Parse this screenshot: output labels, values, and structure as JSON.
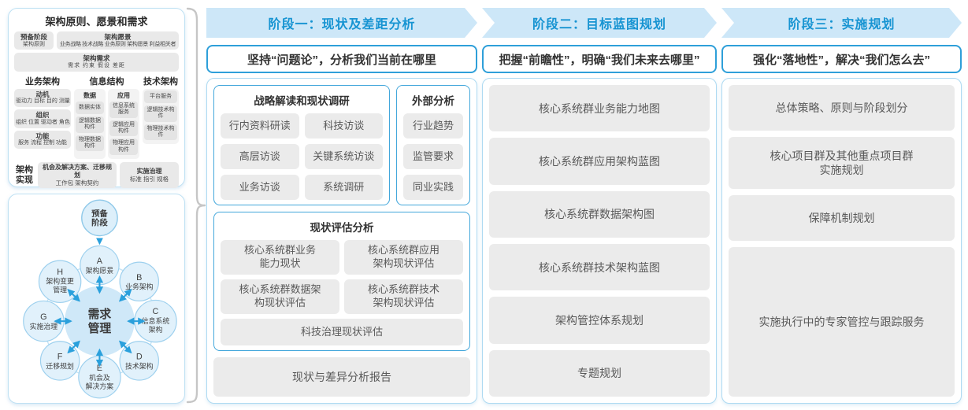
{
  "colors": {
    "accent_blue": "#1794d2",
    "banner_bg": "#cde7f8",
    "box_border_blue": "#43a7db",
    "panel_border_blue": "#aedaf2",
    "item_gray": "#ebebeb",
    "item_text": "#595959",
    "node_fill": "#e1f1fb",
    "node_stroke": "#9dd0ee",
    "center_fill": "#cfe8f8",
    "arrow_blue": "#2aa0dc"
  },
  "left_panel": {
    "title": "架构原则、愿景和需求",
    "prep": {
      "title": "预备阶段",
      "sub": "架构原则"
    },
    "vision": {
      "title": "架构愿景",
      "sub": "业务战略 技术战略 业务原则 架构愿景 利益相关者"
    },
    "requirement": {
      "title": "架构需求",
      "sub": "需求  约束  假设  差距"
    },
    "business": {
      "title": "业务架构",
      "items": [
        {
          "title": "动机",
          "sub": "驱动力 目标 目的 测量"
        },
        {
          "title": "组织",
          "sub": "组织 位置 驱动者 角色"
        },
        {
          "title": "功能",
          "sub": "服务 流程 控制 功能"
        }
      ]
    },
    "information": {
      "title": "信息结构",
      "groups": [
        {
          "title": "数据",
          "items": [
            "数据实体",
            "逻辑数据构件",
            "物理数据构件"
          ]
        },
        {
          "title": "应用",
          "items": [
            "信息系统服务",
            "逻辑应用构件",
            "物理应用构件"
          ]
        }
      ]
    },
    "technology": {
      "title": "技术架构",
      "items": [
        "平台服务",
        "逻辑技术构件",
        "物理技术构件"
      ]
    },
    "realization": {
      "label": "架构实现",
      "boxes": [
        {
          "title": "机会及解决方案、迁移规划",
          "sub": "工作包  架构契约"
        },
        {
          "title": "实施治理",
          "sub": "标准  指引  规格"
        }
      ]
    }
  },
  "adm": {
    "prep": {
      "lines": [
        "预备",
        "阶段"
      ]
    },
    "center": {
      "lines": [
        "需求",
        "管理"
      ]
    },
    "nodes": [
      {
        "id": "A",
        "lines": [
          "架构愿景"
        ]
      },
      {
        "id": "B",
        "lines": [
          "业务架构"
        ]
      },
      {
        "id": "C",
        "lines": [
          "信息系统",
          "架构"
        ]
      },
      {
        "id": "D",
        "lines": [
          "技术架构"
        ]
      },
      {
        "id": "E",
        "lines": [
          "机会及",
          "解决方案"
        ]
      },
      {
        "id": "F",
        "lines": [
          "迁移规划"
        ]
      },
      {
        "id": "G",
        "lines": [
          "实施治理"
        ]
      },
      {
        "id": "H",
        "lines": [
          "架构变更",
          "管理"
        ]
      }
    ]
  },
  "phases": [
    {
      "banner": "阶段一：现状及差距分析",
      "subtitle": "坚持“问题论”，分析我们当前在哪里",
      "survey": {
        "title": "战略解读和现状调研",
        "items": [
          "行内资料研读",
          "科技访谈",
          "高层访谈",
          "关键系统访谈",
          "业务访谈",
          "系统调研"
        ]
      },
      "external": {
        "title": "外部分析",
        "items": [
          "行业趋势",
          "监管要求",
          "同业实践"
        ]
      },
      "evaluation": {
        "title": "现状评估分析",
        "items": [
          {
            "lines": [
              "核心系统群业务",
              "能力现状"
            ]
          },
          {
            "lines": [
              "核心系统群应用",
              "架构现状评估"
            ]
          },
          {
            "lines": [
              "核心系统群数据架",
              "构现状评估"
            ]
          },
          {
            "lines": [
              "核心系统群技术",
              "架构现状评估"
            ]
          }
        ],
        "footer": "科技治理现状评估"
      },
      "report": "现状与差异分析报告"
    },
    {
      "banner": "阶段二：目标蓝图规划",
      "subtitle": "把握“前瞻性”，明确“我们未来去哪里”",
      "items": [
        {
          "lines": [
            "核心系统群业务能力地图"
          ]
        },
        {
          "lines": [
            "核心系统群应用架构蓝图"
          ]
        },
        {
          "lines": [
            "核心系统群数据架构图"
          ]
        },
        {
          "lines": [
            "核心系统群技术架构蓝图"
          ]
        },
        {
          "lines": [
            "架构管控体系规划"
          ]
        },
        {
          "lines": [
            "专题规划"
          ]
        }
      ]
    },
    {
      "banner": "阶段三：实施规划",
      "subtitle": "强化“落地性”，解决“我们怎么去”",
      "items": [
        {
          "lines": [
            "总体策略、原则与阶段划分"
          ]
        },
        {
          "lines": [
            "核心项目群及其他重点项目群",
            "实施规划"
          ]
        },
        {
          "lines": [
            "保障机制规划"
          ]
        },
        {
          "lines": [
            "实施执行中的专家管控与跟踪服务"
          ]
        }
      ]
    }
  ]
}
